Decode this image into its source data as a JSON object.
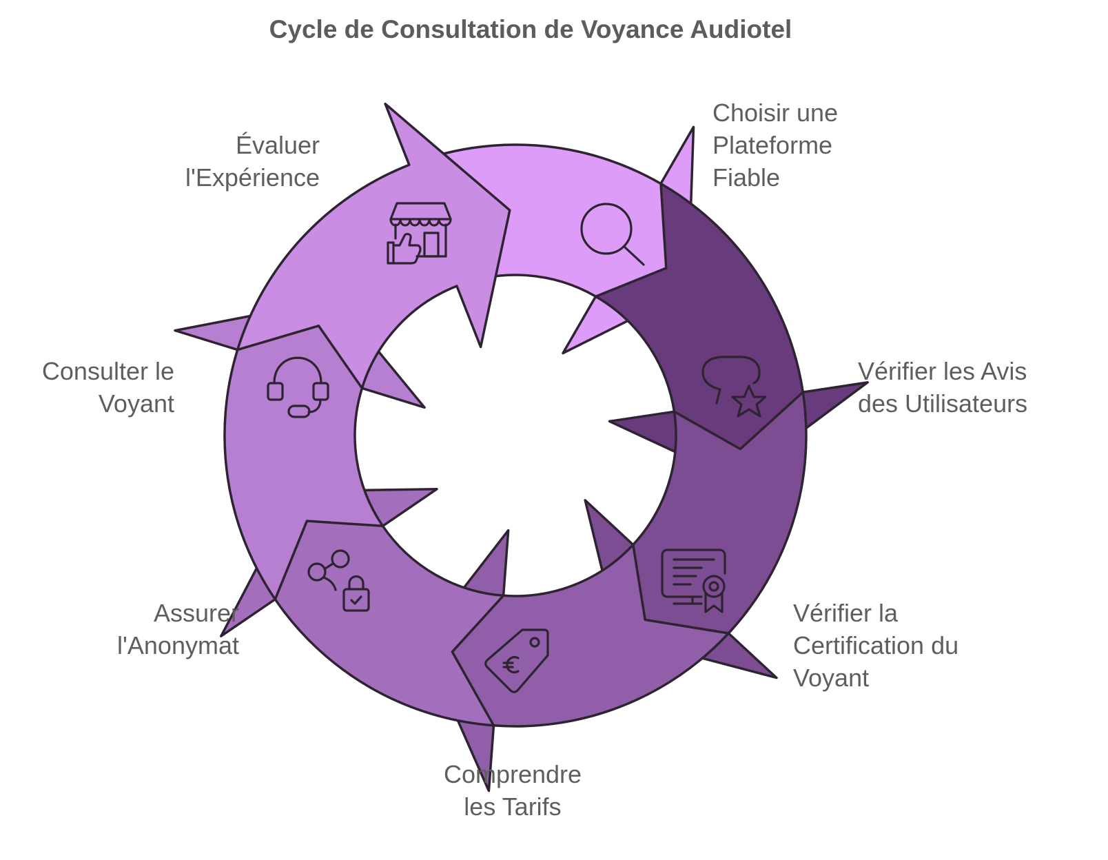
{
  "title": "Cycle de Consultation de Voyance Audiotel",
  "colors": {
    "stroke": "#2e2330",
    "segments": [
      "#683b7c",
      "#7c4d93",
      "#915fa9",
      "#a36fbd",
      "#b77fd2",
      "#c98de4",
      "#dd9cf7"
    ],
    "text": "#5e5e5e"
  },
  "steps": [
    {
      "lines": [
        "Choisir une",
        "Plateforme",
        "Fiable"
      ],
      "icon": "magnifier-icon"
    },
    {
      "lines": [
        "Vérifier les Avis",
        "des Utilisateurs"
      ],
      "icon": "chat-star-icon"
    },
    {
      "lines": [
        "Vérifier la",
        "Certification du",
        "Voyant"
      ],
      "icon": "certificate-icon"
    },
    {
      "lines": [
        "Comprendre",
        "les Tarifs"
      ],
      "icon": "price-tag-euro-icon"
    },
    {
      "lines": [
        "Assurer",
        "l'Anonymat"
      ],
      "icon": "share-lock-icon"
    },
    {
      "lines": [
        "Consulter le",
        "Voyant"
      ],
      "icon": "headset-icon"
    },
    {
      "lines": [
        "Évaluer",
        "l'Expérience"
      ],
      "icon": "shop-thumbs-up-icon"
    }
  ]
}
